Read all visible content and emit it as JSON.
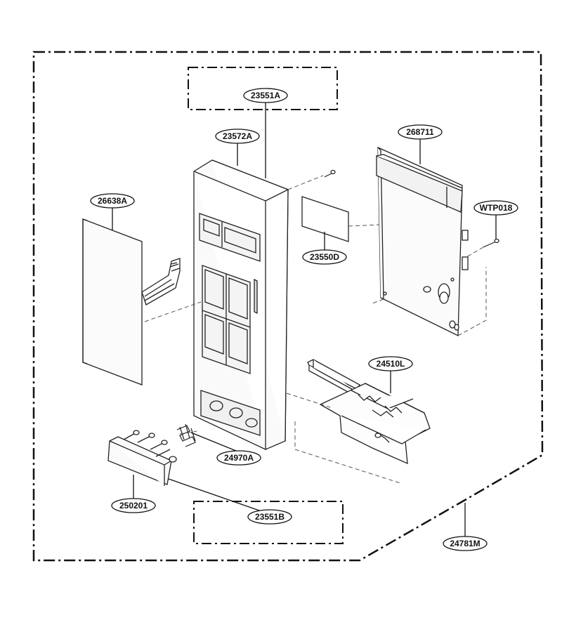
{
  "diagram": {
    "part_labels": {
      "p23551A": "23551A",
      "p23572A": "23572A",
      "p268711": "268711",
      "p26638A": "26638A",
      "pWTP018": "WTP018",
      "p23550D": "23550D",
      "p24510L": "24510L",
      "p24970A": "24970A",
      "p250201": "250201",
      "p23551B": "23551B",
      "p24781M": "24781M"
    }
  }
}
